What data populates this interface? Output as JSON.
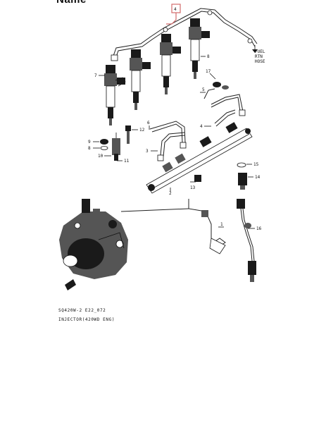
{
  "header": {
    "partial_title": "Name"
  },
  "callouts": {
    "n1": "1",
    "n2": "2",
    "n3": "3",
    "n4": "4",
    "n5": "5",
    "n6": "6",
    "n7": "7",
    "n8": "8",
    "n9": "9",
    "n10": "10",
    "n11": "11",
    "n12": "12",
    "n13": "13",
    "n14": "14",
    "n15": "15",
    "n16": "16",
    "n17": "17"
  },
  "direction_note": {
    "line1": "FUEL",
    "line2": "RTN",
    "line3": "HOSE"
  },
  "caption": {
    "code": "SQ420W-2 E22_072",
    "title": "INJECTOR(420WD ENG)"
  },
  "colors": {
    "highlight": "#d26b6b",
    "ink": "#111111"
  }
}
